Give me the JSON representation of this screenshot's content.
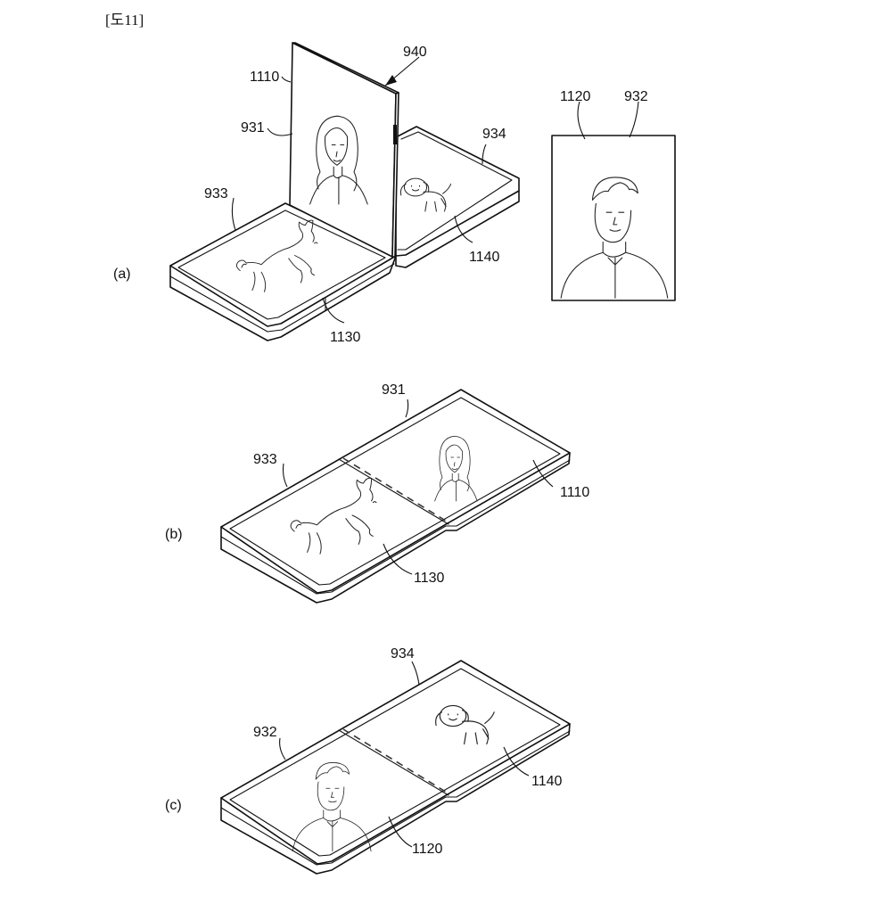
{
  "figure_label": "[도11]",
  "panel_a": {
    "tag": "(a)",
    "ref_940": "940",
    "ref_1110": "1110",
    "ref_931": "931",
    "ref_933": "933",
    "ref_934": "934",
    "ref_1140": "1140",
    "ref_1130": "1130",
    "ref_1120": "1120",
    "ref_932": "932"
  },
  "panel_b": {
    "tag": "(b)",
    "ref_931": "931",
    "ref_933": "933",
    "ref_1110": "1110",
    "ref_1130": "1130"
  },
  "panel_c": {
    "tag": "(c)",
    "ref_934": "934",
    "ref_932": "932",
    "ref_1140": "1140",
    "ref_1120": "1120"
  }
}
